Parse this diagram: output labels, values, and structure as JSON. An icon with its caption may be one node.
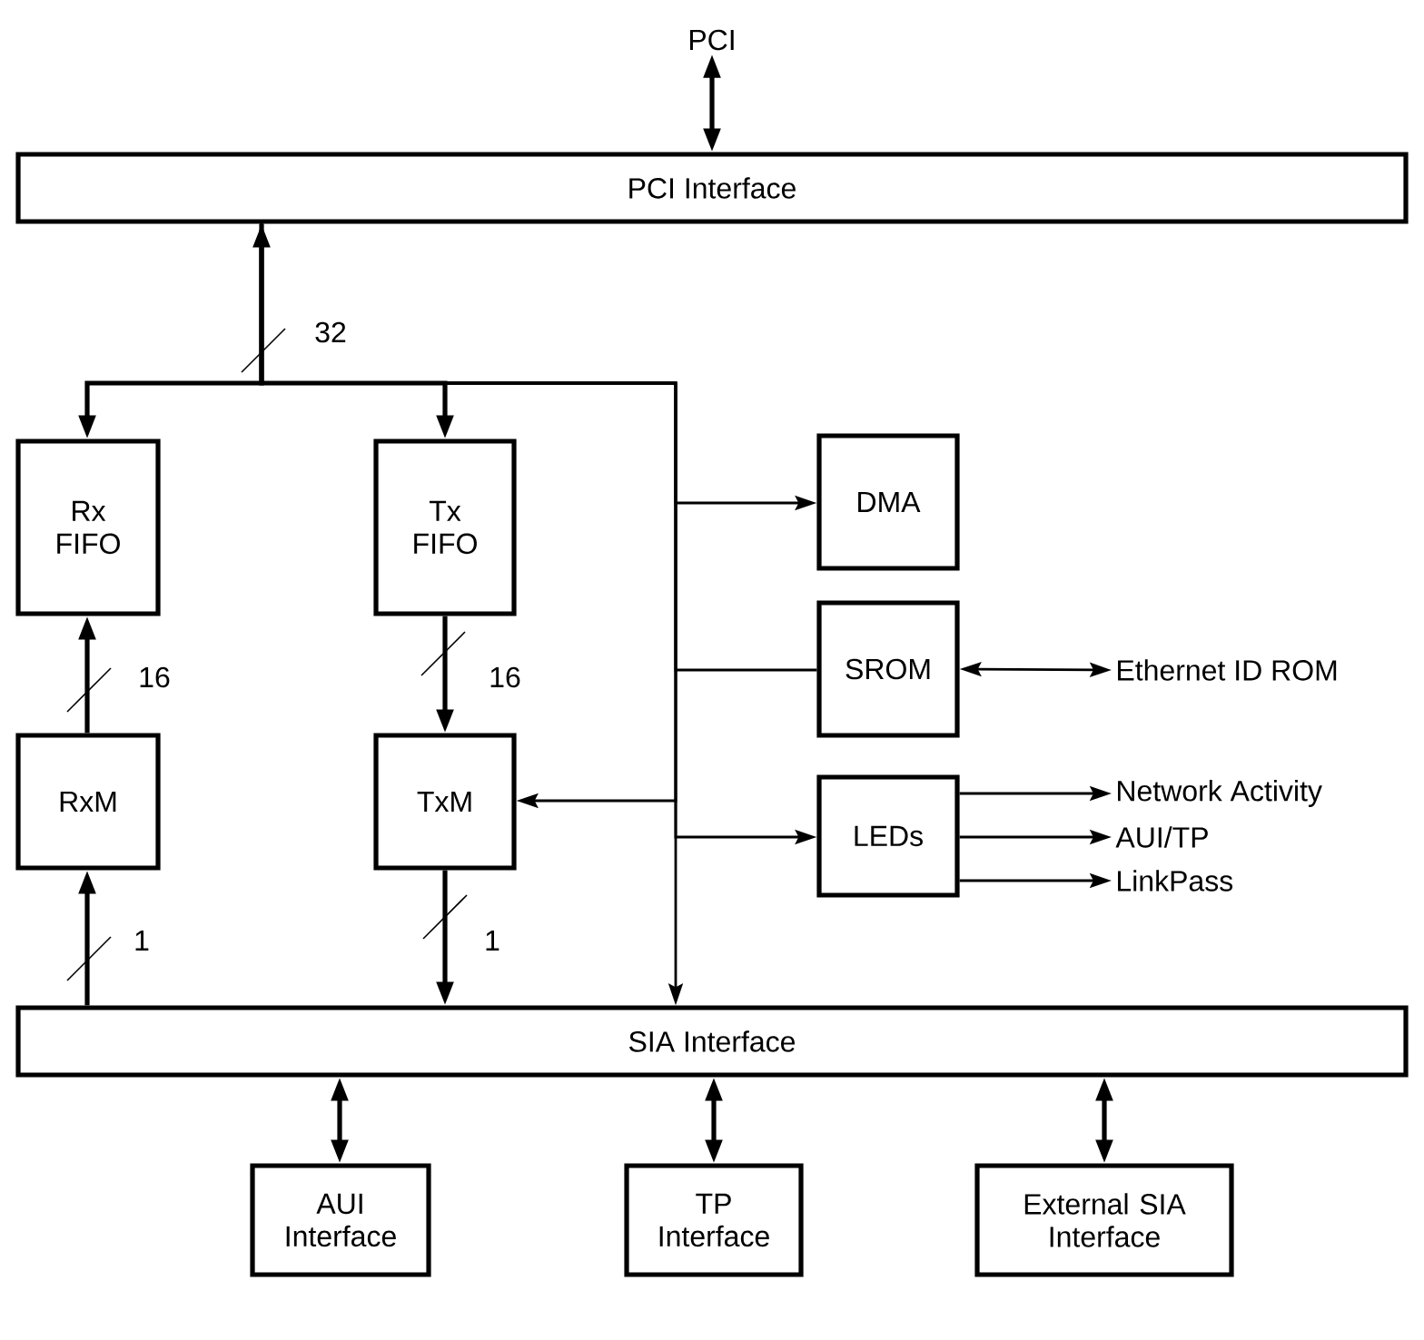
{
  "diagram": {
    "nodes": [
      {
        "text": [
          "PCI"
        ]
      },
      {
        "text": [
          "PCI Interface"
        ]
      },
      {
        "text": [
          "Rx FIFO"
        ]
      },
      {
        "text": [
          "Tx FIFO"
        ]
      },
      {
        "text": [
          "DMA"
        ]
      },
      {
        "text": [
          "SROM"
        ]
      },
      {
        "text": [
          "Ethernet ID ROM"
        ]
      },
      {
        "text": [
          "RxM"
        ]
      },
      {
        "text": [
          "TxM"
        ]
      },
      {
        "text": [
          "LEDs"
        ]
      },
      {
        "text": [
          "Network Activity"
        ]
      },
      {
        "text": [
          "AUI/TP"
        ]
      },
      {
        "text": [
          "LinkPass"
        ]
      },
      {
        "text": [
          "SIA Interface"
        ]
      },
      {
        "text": [
          "AUI Interface"
        ]
      },
      {
        "text": [
          "TP Interface"
        ]
      },
      {
        "text": [
          "External SIA Interface"
        ]
      }
    ],
    "edges": [
      {
        "from": 0,
        "to": 1,
        "arrow": "both"
      },
      {
        "from": 1,
        "to": 2,
        "arrow": "both",
        "label": "32"
      },
      {
        "from": 1,
        "to": 3,
        "arrow": "to"
      },
      {
        "from": 1,
        "to": 4,
        "arrow": "to"
      },
      {
        "from": 1,
        "to": 5,
        "arrow": "none"
      },
      {
        "from": 1,
        "to": 9,
        "arrow": "to"
      },
      {
        "from": 1,
        "to": 8,
        "arrow": "to"
      },
      {
        "from": 1,
        "to": 13,
        "arrow": "to"
      },
      {
        "from": 7,
        "to": 2,
        "arrow": "to",
        "label": "16"
      },
      {
        "from": 3,
        "to": 8,
        "arrow": "to",
        "label": "16"
      },
      {
        "from": 13,
        "to": 7,
        "arrow": "to",
        "label": "1"
      },
      {
        "from": 8,
        "to": 13,
        "arrow": "to",
        "label": "1"
      },
      {
        "from": 5,
        "to": 6,
        "arrow": "both"
      },
      {
        "from": 9,
        "to": 10,
        "arrow": "to"
      },
      {
        "from": 9,
        "to": 11,
        "arrow": "to"
      },
      {
        "from": 9,
        "to": 12,
        "arrow": "to"
      },
      {
        "from": 13,
        "to": 14,
        "arrow": "both"
      },
      {
        "from": 13,
        "to": 15,
        "arrow": "both"
      },
      {
        "from": 13,
        "to": 16,
        "arrow": "both"
      }
    ]
  }
}
